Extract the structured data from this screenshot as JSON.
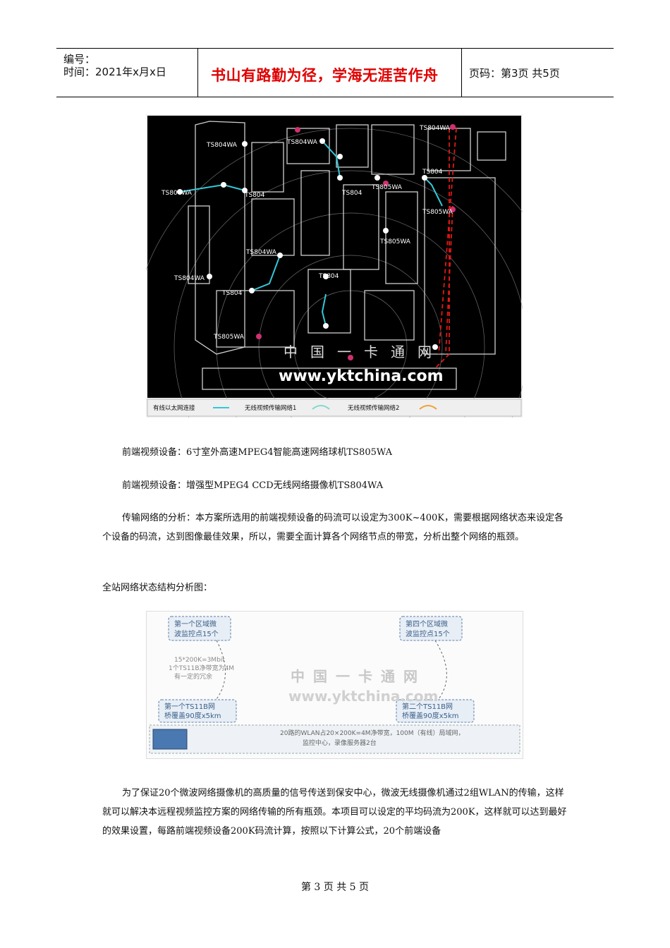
{
  "header": {
    "number_label": "编号：",
    "time_label": "时间：2021年x月x日",
    "motto": "书山有路勤为径，学海无涯苦作舟",
    "page_info": "页码：第3页 共5页"
  },
  "map": {
    "node_labels": [
      "TS804WA",
      "TS804WA",
      "TS804",
      "TS804WA",
      "TS804",
      "TS805WA",
      "TS804",
      "TS805WA",
      "TS804WA",
      "TS804WA",
      "TS804",
      "TS804",
      "TS804WA",
      "TS805WA",
      "TS805WA"
    ],
    "watermark_cn": "中国一卡通网",
    "watermark_url": "www.yktchina.com",
    "legend": [
      "有线以太网连接",
      "无线视频传输网络1",
      "无线视频传输网络2"
    ],
    "colors": {
      "background": "#000000",
      "cyan": "#32c8d8",
      "red": "#e01818",
      "orange": "#f0a030"
    }
  },
  "text": {
    "line1": "前端视频设备：6寸室外高速MPEG4智能高速网络球机TS805WA",
    "line2": "前端视频设备：增强型MPEG4 CCD无线网络摄像机TS804WA",
    "para1": "传输网络的分析：本方案所选用的前端视频设备的码流可以设定为300K~400K，需要根据网络状态来设定各个设备的码流，达到图像最佳效果，所以，需要全面计算各个网络节点的带宽，分析出整个网络的瓶颈。",
    "heading": "全站网络状态结构分析图：",
    "para2": "为了保证20个微波网络摄像机的高质量的信号传送到保安中心，微波无线摄像机通过2组WLAN的传输，这样就可以解决本远程视频监控方案的网络传输的所有瓶颈。本项目可以设定的平均码流为200K，这样就可以达到最好的效果设置，每路前端视频设备200K码流计算，按照以下计算公式，20个前端设备"
  },
  "net": {
    "box1": [
      "第一个区域微",
      "波监控点15个"
    ],
    "box4": [
      "第四个区域微",
      "波监控点15个"
    ],
    "calc": [
      "15*200K=3Mbit",
      "1个TS11B净带宽为4M",
      "有一定的冗余"
    ],
    "bridge1": [
      "第一个TS11B网",
      "桥覆盖90度x5km"
    ],
    "bridge2": [
      "第二个TS11B网",
      "桥覆盖90度x5km"
    ],
    "bottom": [
      "20路的WLAN占20×200K=4M净带宽，100M（有线）局域网，",
      "监控中心，录像服务器2台"
    ],
    "watermark_cn": "中国一卡通网",
    "watermark_url": "www.yktchina.com"
  },
  "footer": "第 3 页 共 5 页"
}
